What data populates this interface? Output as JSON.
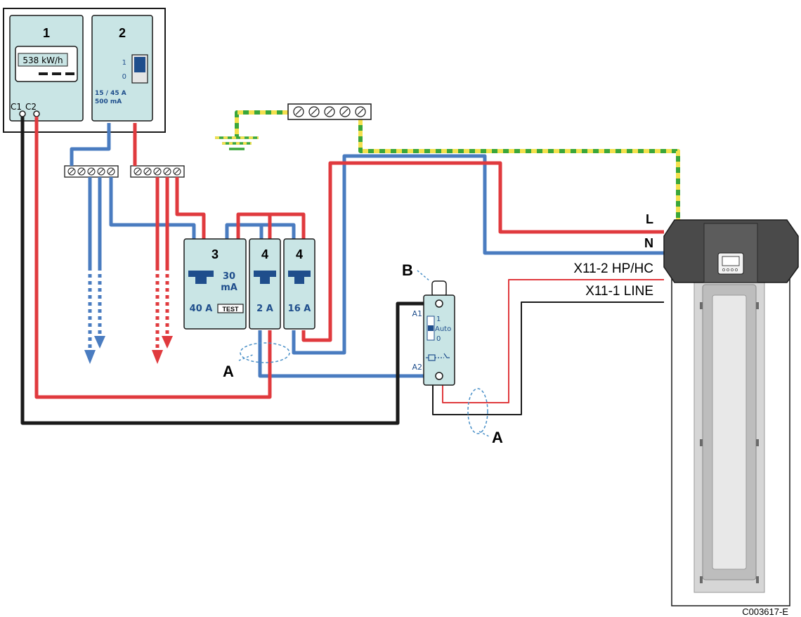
{
  "meter": {
    "number": "1",
    "reading": "538 kW/h",
    "c1_label": "C1",
    "c2_label": "C2"
  },
  "main_breaker": {
    "number": "2",
    "pos_on": "1",
    "pos_off": "0",
    "rating": "15 / 45  A",
    "sensitivity": "500  mA"
  },
  "rcd": {
    "number": "3",
    "sensitivity_value": "30",
    "sensitivity_unit": "mA",
    "rating": "40 A",
    "test_label": "TEST"
  },
  "breaker_2a": {
    "number": "4",
    "rating": "2 A"
  },
  "breaker_16a": {
    "number": "4",
    "rating": "16 A"
  },
  "contactor": {
    "label": "B",
    "a1": "A1",
    "a2": "A2",
    "pos_1": "1",
    "pos_auto": "Auto",
    "pos_0": "0"
  },
  "callouts": {
    "a_left": "A",
    "a_right": "A"
  },
  "terminals": {
    "l": "L",
    "n": "N",
    "hp_hc": "X11-2 HP/HC",
    "line": "X11-1 LINE"
  },
  "reference": "C003617-E",
  "colors": {
    "live": "#e03a3e",
    "neutral": "#4a7cc0",
    "earth_green": "#3aa63a",
    "earth_yellow": "#f4e04d",
    "control": "#1a1a1a",
    "panel": "#c9e5e5"
  }
}
